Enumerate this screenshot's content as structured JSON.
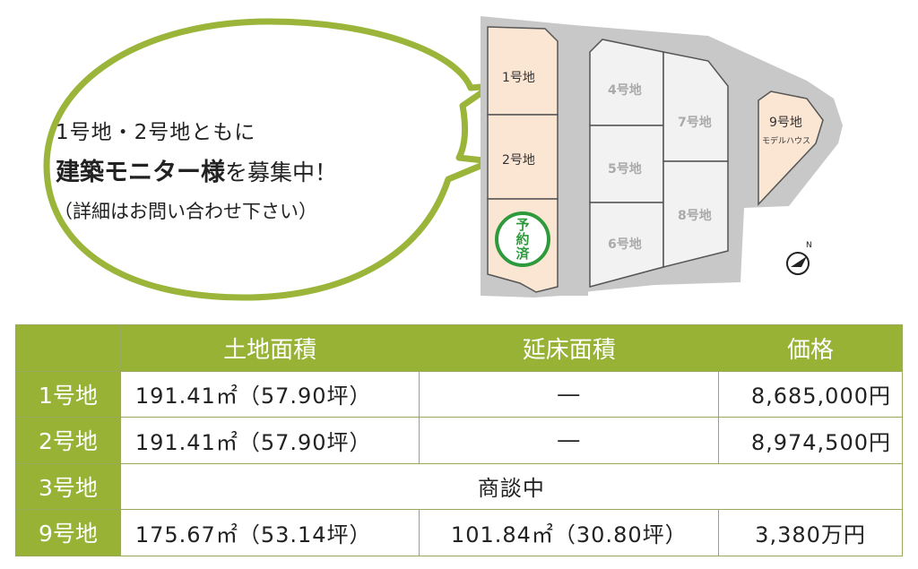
{
  "bubble": {
    "line1": "1号地・2号地ともに",
    "line2_bold": "建築モニター様",
    "line2_rest": "を募集中！",
    "line3": "（詳細はお問い合わせ下さい）"
  },
  "map": {
    "lots": [
      {
        "label": "1号地"
      },
      {
        "label": "2号地"
      },
      {
        "label": "4号地"
      },
      {
        "label": "5号地"
      },
      {
        "label": "6号地"
      },
      {
        "label": "7号地"
      },
      {
        "label": "8号地"
      },
      {
        "label": "9号地",
        "sub": "モデルハウス"
      }
    ],
    "stamp": [
      "予",
      "約",
      "済"
    ],
    "compass": "N",
    "colors": {
      "reserved_lot": "#fbe6d4",
      "other_lot": "#f2f2f2",
      "road": "#c8c8c8",
      "bubble_border": "#9ab53a",
      "stamp": "#2e9a3c"
    }
  },
  "table": {
    "headers": [
      "",
      "土地面積",
      "延床面積",
      "価格"
    ],
    "rows": [
      {
        "lot": "1号地",
        "land": "191.41㎡（57.90坪）",
        "floor": "―",
        "price": "8,685,000円"
      },
      {
        "lot": "2号地",
        "land": "191.41㎡（57.90坪）",
        "floor": "―",
        "price": "8,974,500円"
      },
      {
        "lot": "3号地",
        "note": "商談中"
      },
      {
        "lot": "9号地",
        "land": "175.67㎡（53.14坪）",
        "floor": "101.84㎡（30.80坪）",
        "price": "3,380万円"
      }
    ],
    "header_color": "#97b234"
  }
}
